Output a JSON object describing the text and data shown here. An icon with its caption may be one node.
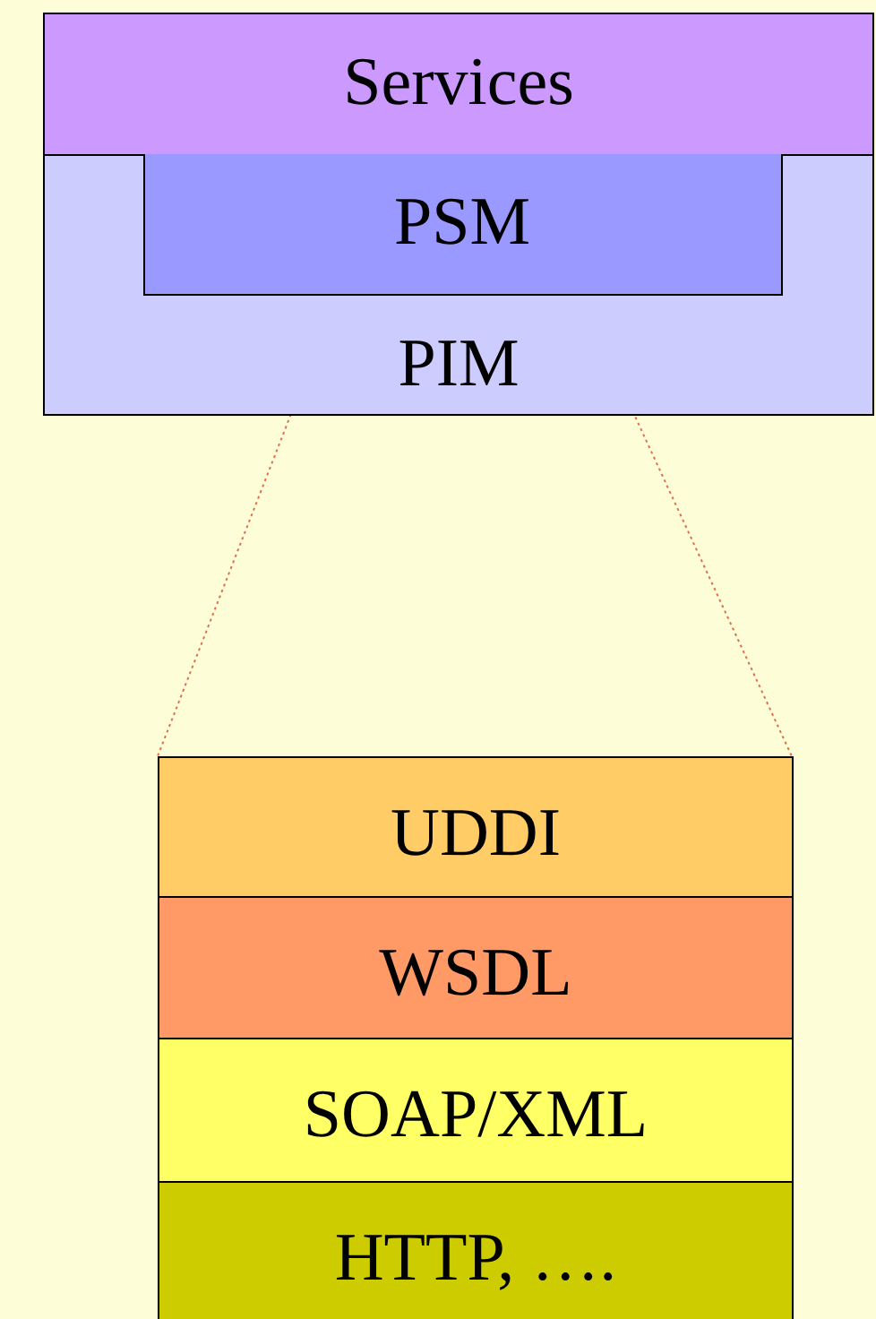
{
  "diagram": {
    "nodes": [
      {
        "text": [
          "Services"
        ]
      },
      {
        "text": [
          "PIM"
        ]
      },
      {
        "text": [
          "PSM"
        ],
        "in": 1
      },
      {
        "text": [
          "UDDI"
        ]
      },
      {
        "text": [
          "WSDL"
        ]
      },
      {
        "text": [
          "SOAP/XML"
        ]
      },
      {
        "text": [
          "HTTP, …."
        ]
      }
    ],
    "edges": [
      {
        "from": 2,
        "to": 3,
        "arrow": "none",
        "style": "dashed",
        "color": "#e07050"
      },
      {
        "from": 2,
        "to": 3,
        "arrow": "none",
        "style": "dashed",
        "color": "#e07050"
      }
    ]
  }
}
